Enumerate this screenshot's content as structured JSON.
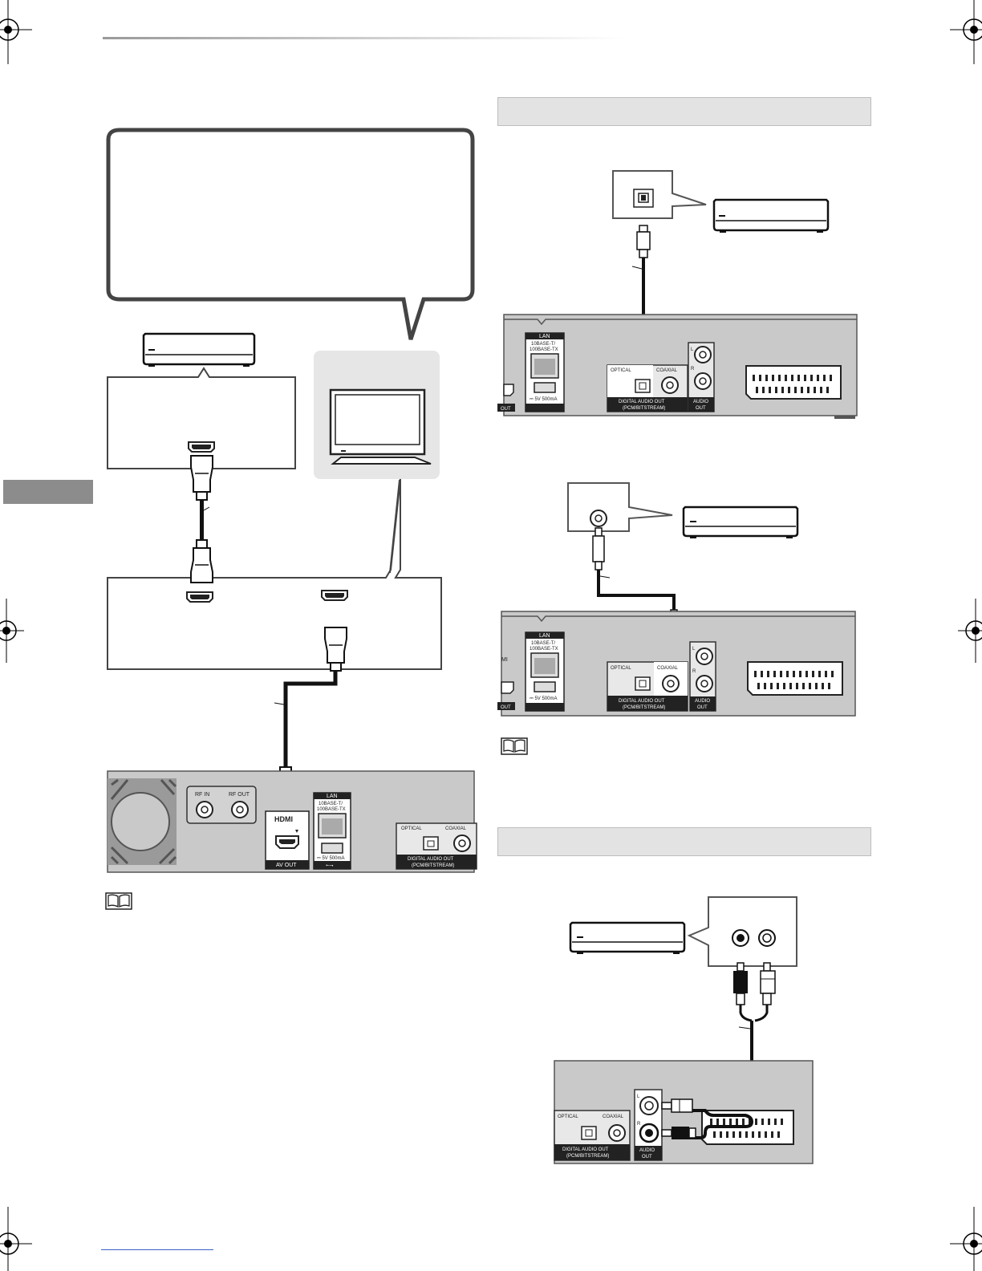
{
  "colors": {
    "panel_gray": "#c9c9c9",
    "panel_stroke": "#444444",
    "section_bar": "#e3e3e3",
    "side_tab": "#8c8c8c",
    "tv_bg": "#e6e6e6"
  },
  "icons": [
    "crop-mark-icon",
    "book-icon",
    "tv-icon",
    "amplifier-icon",
    "hdmi-plug-icon",
    "optical-plug-icon",
    "coaxial-plug-icon",
    "rca-plug-icon"
  ],
  "panel_labels": {
    "lan": "LAN",
    "lan_spec1": "10BASE-T/",
    "lan_spec2": "100BASE-TX",
    "usb_power": "⎓ 5V 500mA",
    "optical": "OPTICAL",
    "coaxial": "COAXIAL",
    "digital_audio_out1": "DIGITAL AUDIO OUT",
    "digital_audio_out2": "(PCM/BITSTREAM)",
    "audio": "AUDIO",
    "out": "OUT",
    "audio_l": "L",
    "audio_r": "R",
    "rf_in": "RF IN",
    "rf_out": "RF OUT",
    "hdmi": "HDMI",
    "av_out": "AV OUT",
    "out_partial": "OUT",
    "hdmi_partial": "MI"
  }
}
